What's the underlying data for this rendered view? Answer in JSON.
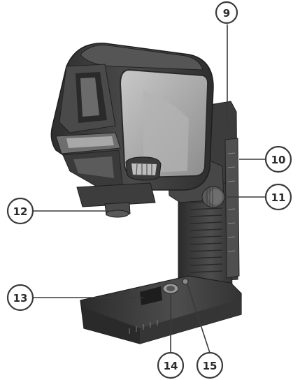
{
  "callouts": [
    {
      "id": "9",
      "label": "9"
    },
    {
      "id": "10",
      "label": "10"
    },
    {
      "id": "11",
      "label": "11"
    },
    {
      "id": "12",
      "label": "12"
    },
    {
      "id": "13",
      "label": "13"
    },
    {
      "id": "14",
      "label": "14"
    },
    {
      "id": "15",
      "label": "15"
    }
  ],
  "colors": {
    "body_dark": "#3b3b3b",
    "body_mid": "#5a5a5a",
    "window_gray": "#9a9a9a",
    "window_light": "#bdbdbd",
    "outline": "#3a3a3a"
  }
}
